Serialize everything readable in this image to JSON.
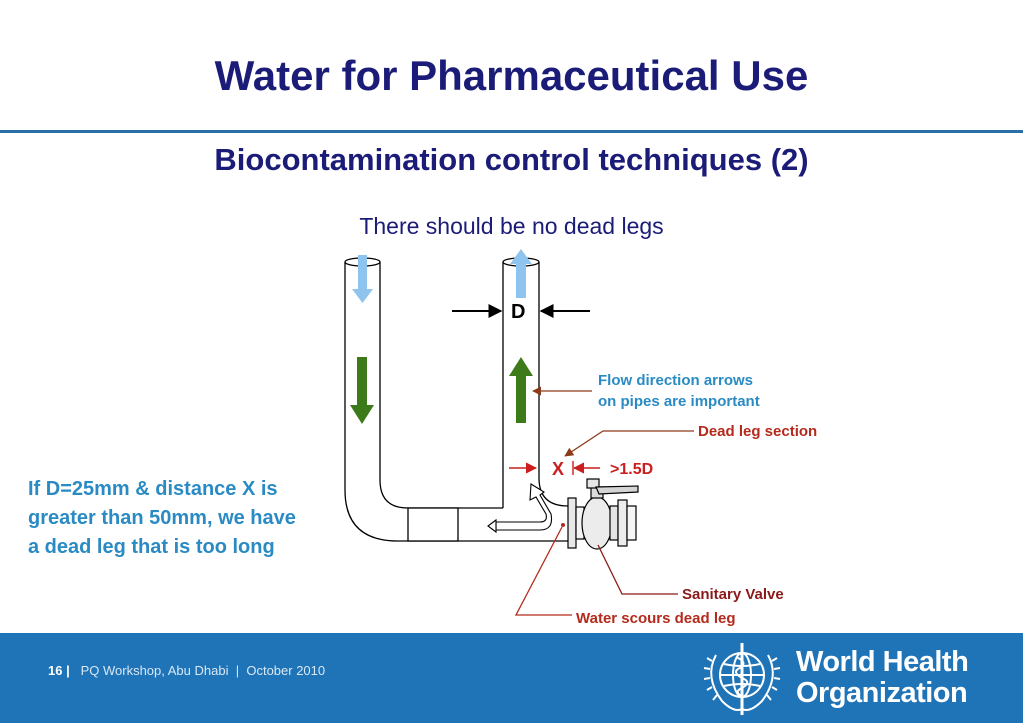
{
  "slide": {
    "title": "Water for Pharmaceutical Use",
    "subtitle": "Biocontamination control techniques (2)",
    "lead": "There should be no dead legs"
  },
  "notes": {
    "left_lines": [
      "If D=25mm & distance X is",
      "greater than 50mm, we have",
      "a dead leg that is too long"
    ]
  },
  "labels": {
    "d": "D",
    "x": "X",
    "ratio": ">1.5D",
    "flow_line1": "Flow direction arrows",
    "flow_line2": "on pipes are important",
    "dead_leg": "Dead leg section",
    "sanitary_valve": "Sanitary Valve",
    "water_scours": "Water scours dead leg"
  },
  "footer": {
    "page": "16",
    "separator": "|",
    "event": "PQ Workshop, Abu Dhabi",
    "date": "October 2010",
    "org_line1": "World Health",
    "org_line2": "Organization"
  },
  "colors": {
    "title": "#1b1b78",
    "note": "#2a8bc4",
    "annotation_red": "#b42a1c",
    "flow_green": "#3d7a1a",
    "flow_light_blue": "#8fc4ee",
    "footer_bg": "#1f73b7"
  },
  "icons": [
    "down-arrow-icon",
    "up-arrow-icon",
    "who-emblem-icon"
  ]
}
